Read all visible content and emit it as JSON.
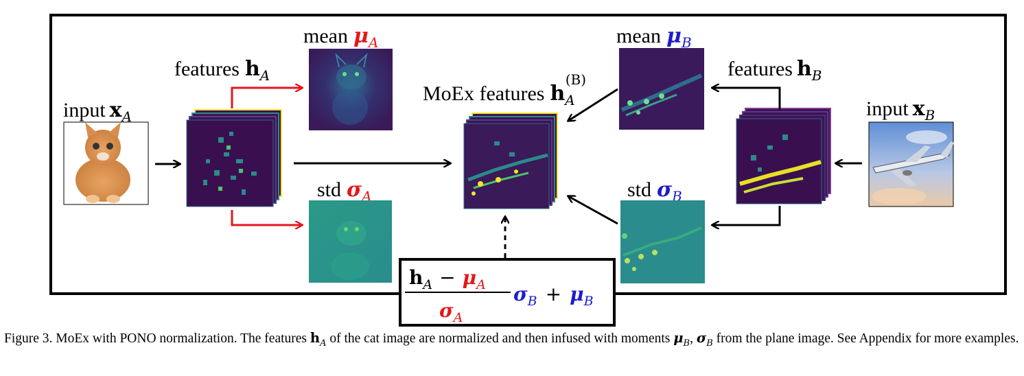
{
  "labels": {
    "input_a": "input",
    "input_b": "input",
    "features_a": "features",
    "features_b": "features",
    "mean_a": "mean",
    "mean_b": "mean",
    "std_a": "std",
    "std_b": "std",
    "moex_features": "MoEx features"
  },
  "symbols": {
    "x": "x",
    "h": "h",
    "mu": "μ",
    "sigma": "σ",
    "sub_a": "A",
    "sub_b": "B",
    "sup_b": "(B)",
    "minus": "−",
    "plus": "+"
  },
  "caption": {
    "part1": "Figure 3. MoEx with PONO normalization. The features ",
    "h_a": "h",
    "sub_a": "A",
    "part2": " of the cat image are normalized and then infused with moments ",
    "mu_b": "μ",
    "sub_b1": "B",
    "comma": ", ",
    "sigma_b": "σ",
    "sub_b2": "B",
    "part3": " from the plane image. See Appendix for more examples."
  },
  "colors": {
    "red": "#e4171b",
    "blue": "#1c1ccc",
    "feature_dark": "#3b1552",
    "feature_teal": "#2c8a8a",
    "feature_yellow": "#f5e52a"
  },
  "icons": {
    "cat_image": "cat-photo",
    "plane_image": "airplane-photo"
  }
}
